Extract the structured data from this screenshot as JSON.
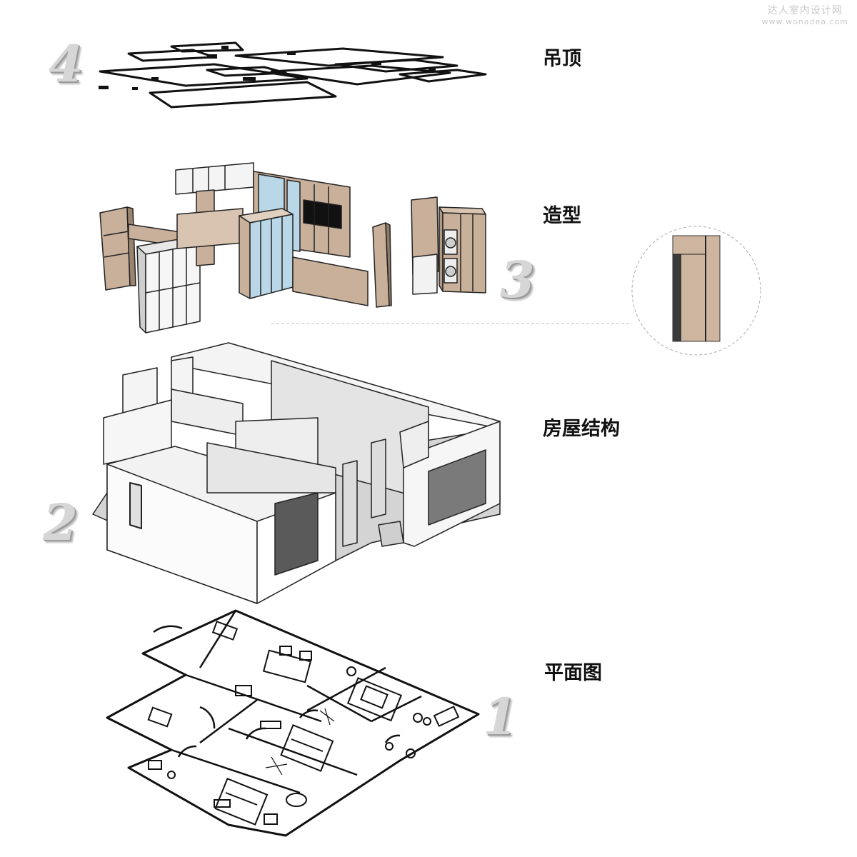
{
  "watermark": {
    "title": "达人室内设计网",
    "url": "www.wonadea.com"
  },
  "layers": [
    {
      "number": "4",
      "label": "吊顶"
    },
    {
      "number": "3",
      "label": "造型"
    },
    {
      "number": "2",
      "label": "房屋结构"
    },
    {
      "number": "1",
      "label": "平面图"
    }
  ],
  "colors": {
    "wood": "#c8b09a",
    "glass": "#b9d7e6",
    "wall": "#f2f2f2",
    "shadow": "#d2d2d2",
    "line": "#111111"
  },
  "icons": {
    "detail": "cabinet-detail-zoom-icon"
  }
}
